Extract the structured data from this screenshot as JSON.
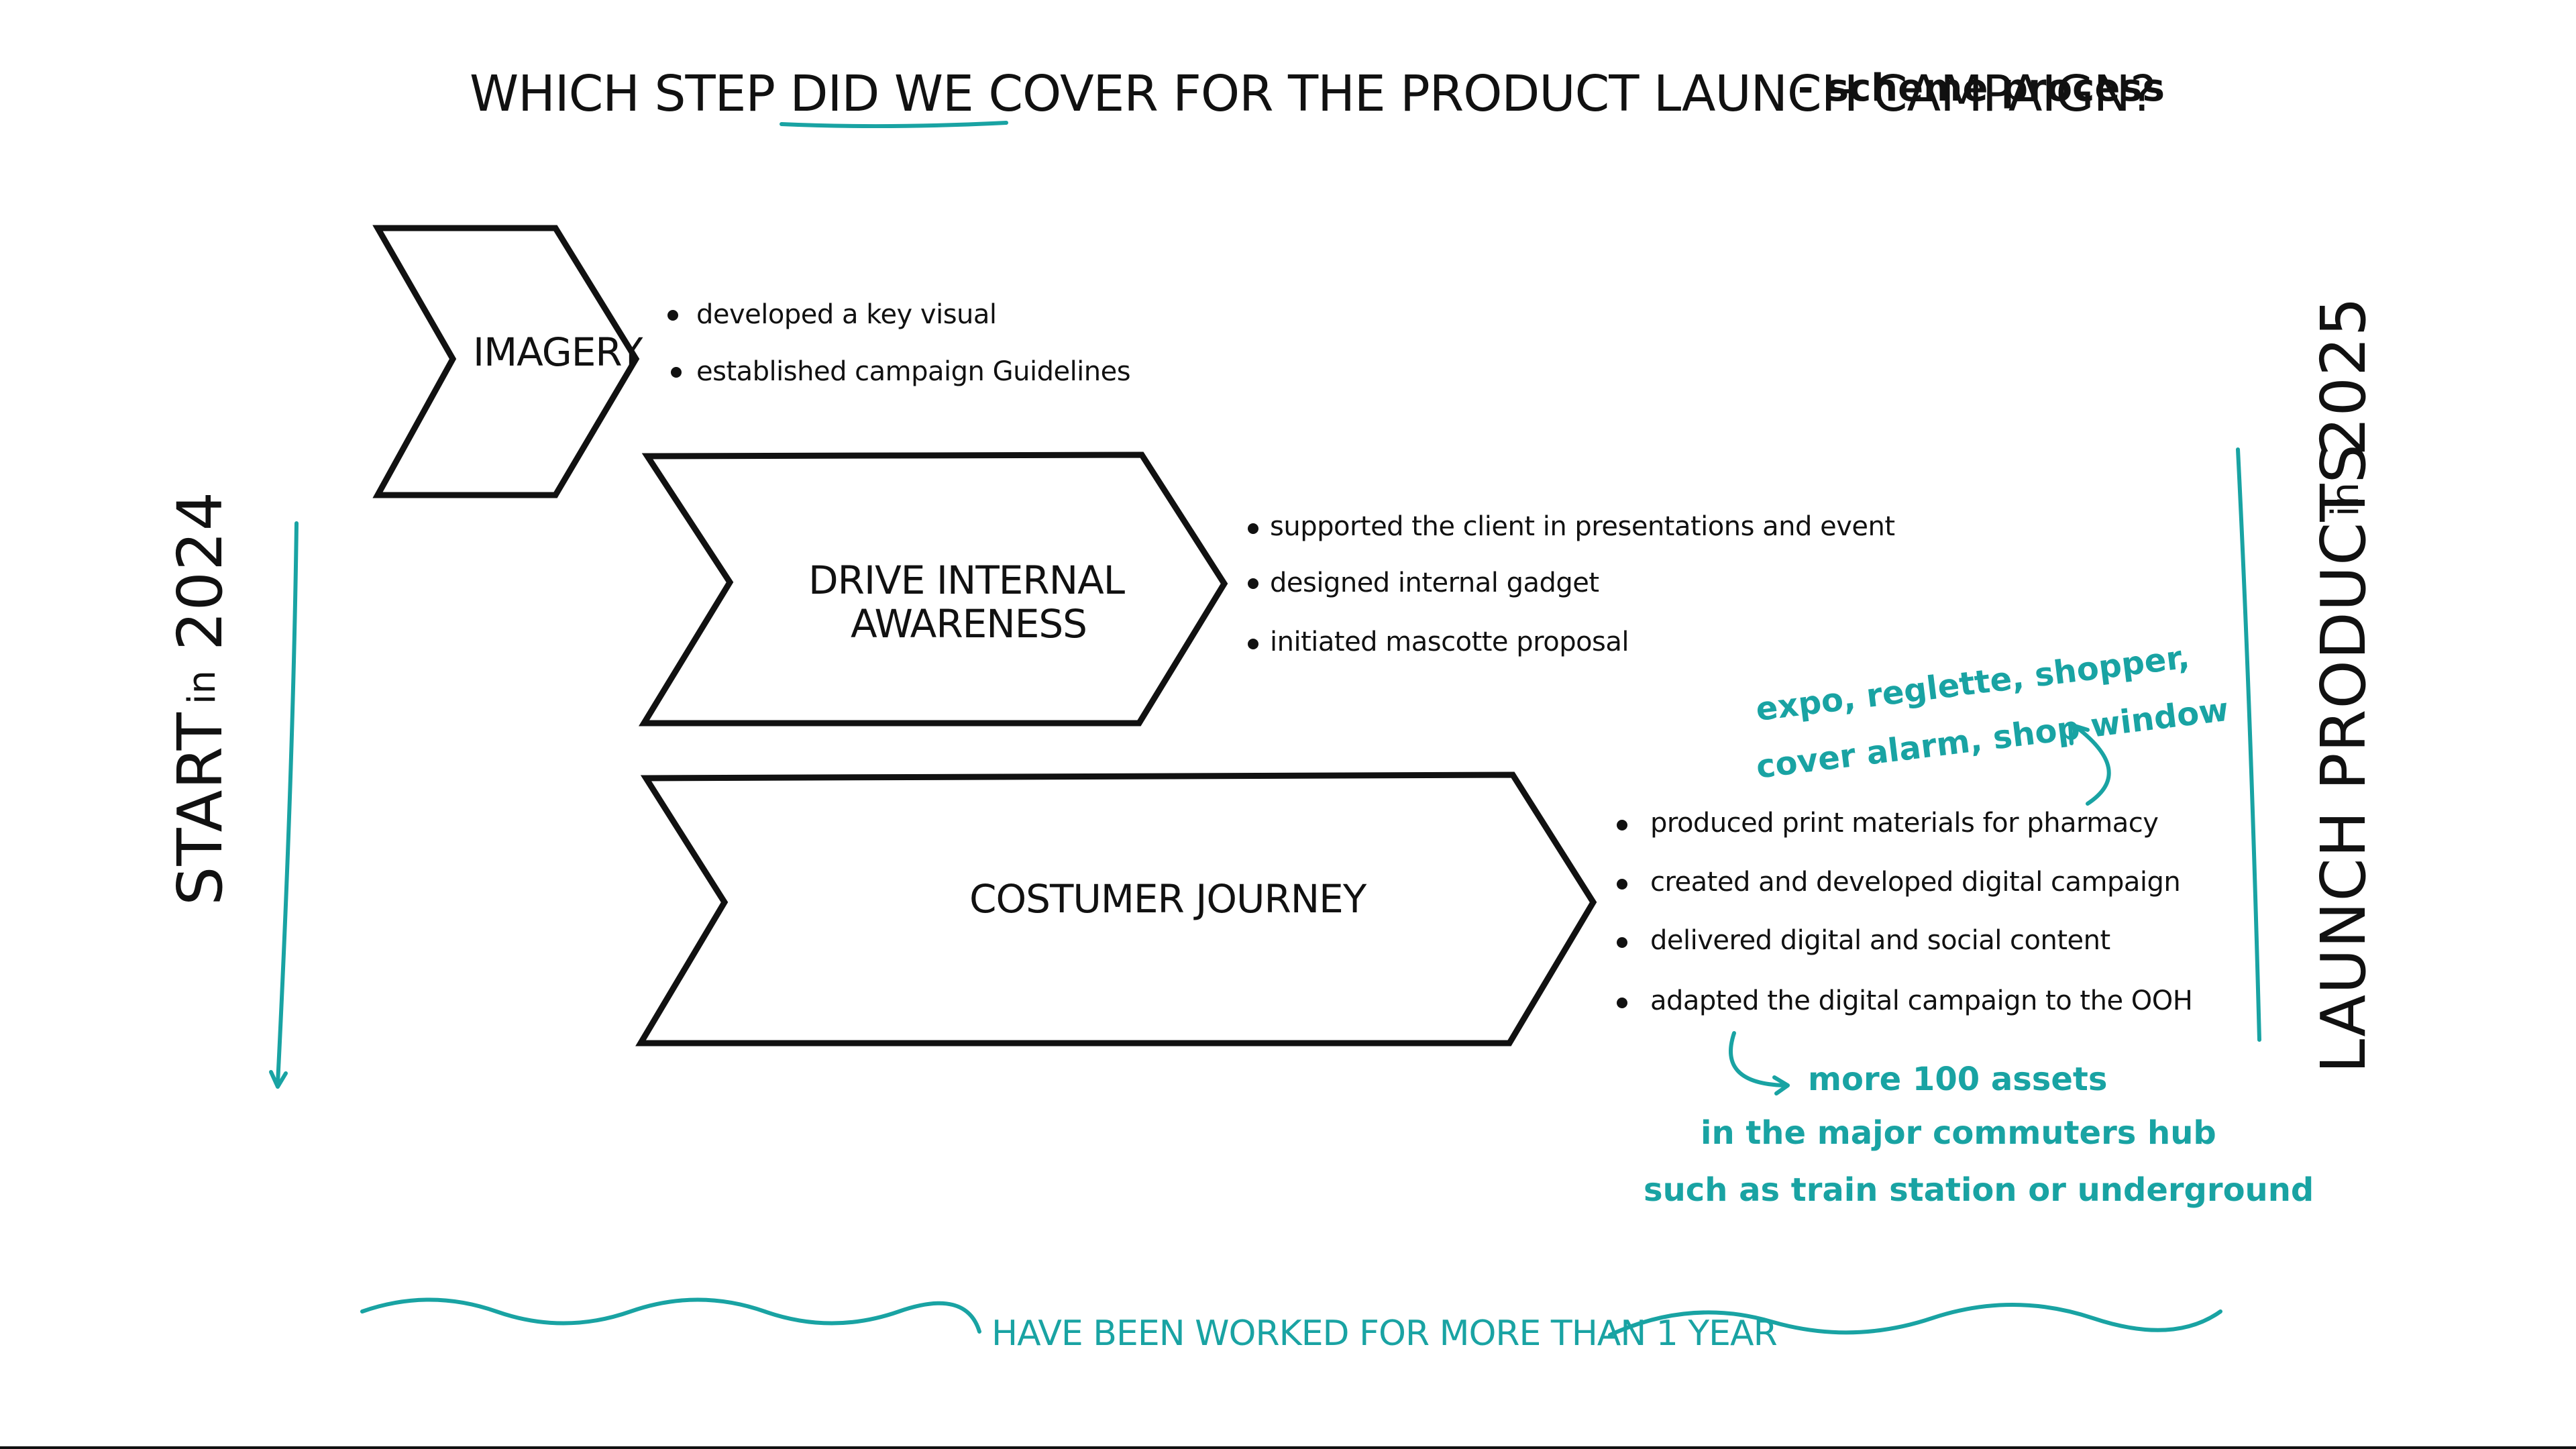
{
  "colors": {
    "ink": "#111111",
    "teal": "#19a3a3",
    "background": "#ffffff"
  },
  "title": {
    "before": "WHICH STEP DID ",
    "highlight": "WE COVER",
    "after": " FOR THE PRODUCT LAUNCH CAMPAIGN?",
    "subtitle": "- scheme process"
  },
  "start_label": {
    "word": "START",
    "connector": "in",
    "year": "2024"
  },
  "launch_label": {
    "word": "LAUNCH PRODUCTS",
    "connector": "in",
    "year": "2025"
  },
  "steps": [
    {
      "label_lines": [
        "IMAGERY"
      ],
      "bullets": [
        "developed a key visual",
        "established campaign Guidelines"
      ]
    },
    {
      "label_lines": [
        "DRIVE INTERNAL",
        "AWARENESS"
      ],
      "bullets": [
        "supported the client in presentations and event",
        "designed internal gadget",
        "initiated mascotte proposal"
      ]
    },
    {
      "label_lines": [
        "COSTUMER JOURNEY"
      ],
      "bullets": [
        "produced print materials for pharmacy",
        "created and developed digital campaign",
        "delivered digital and social content",
        "adapted the digital campaign to the OOH"
      ]
    }
  ],
  "notes": {
    "print_note": [
      "expo, reglette, shopper,",
      "cover alarm, shop window"
    ],
    "ooh_note": [
      "more 100 assets",
      "in the major commuters hub",
      "such as train station or underground"
    ]
  },
  "footer": {
    "text": "HAVE BEEN WORKED FOR MORE THAN 1 YEAR"
  }
}
